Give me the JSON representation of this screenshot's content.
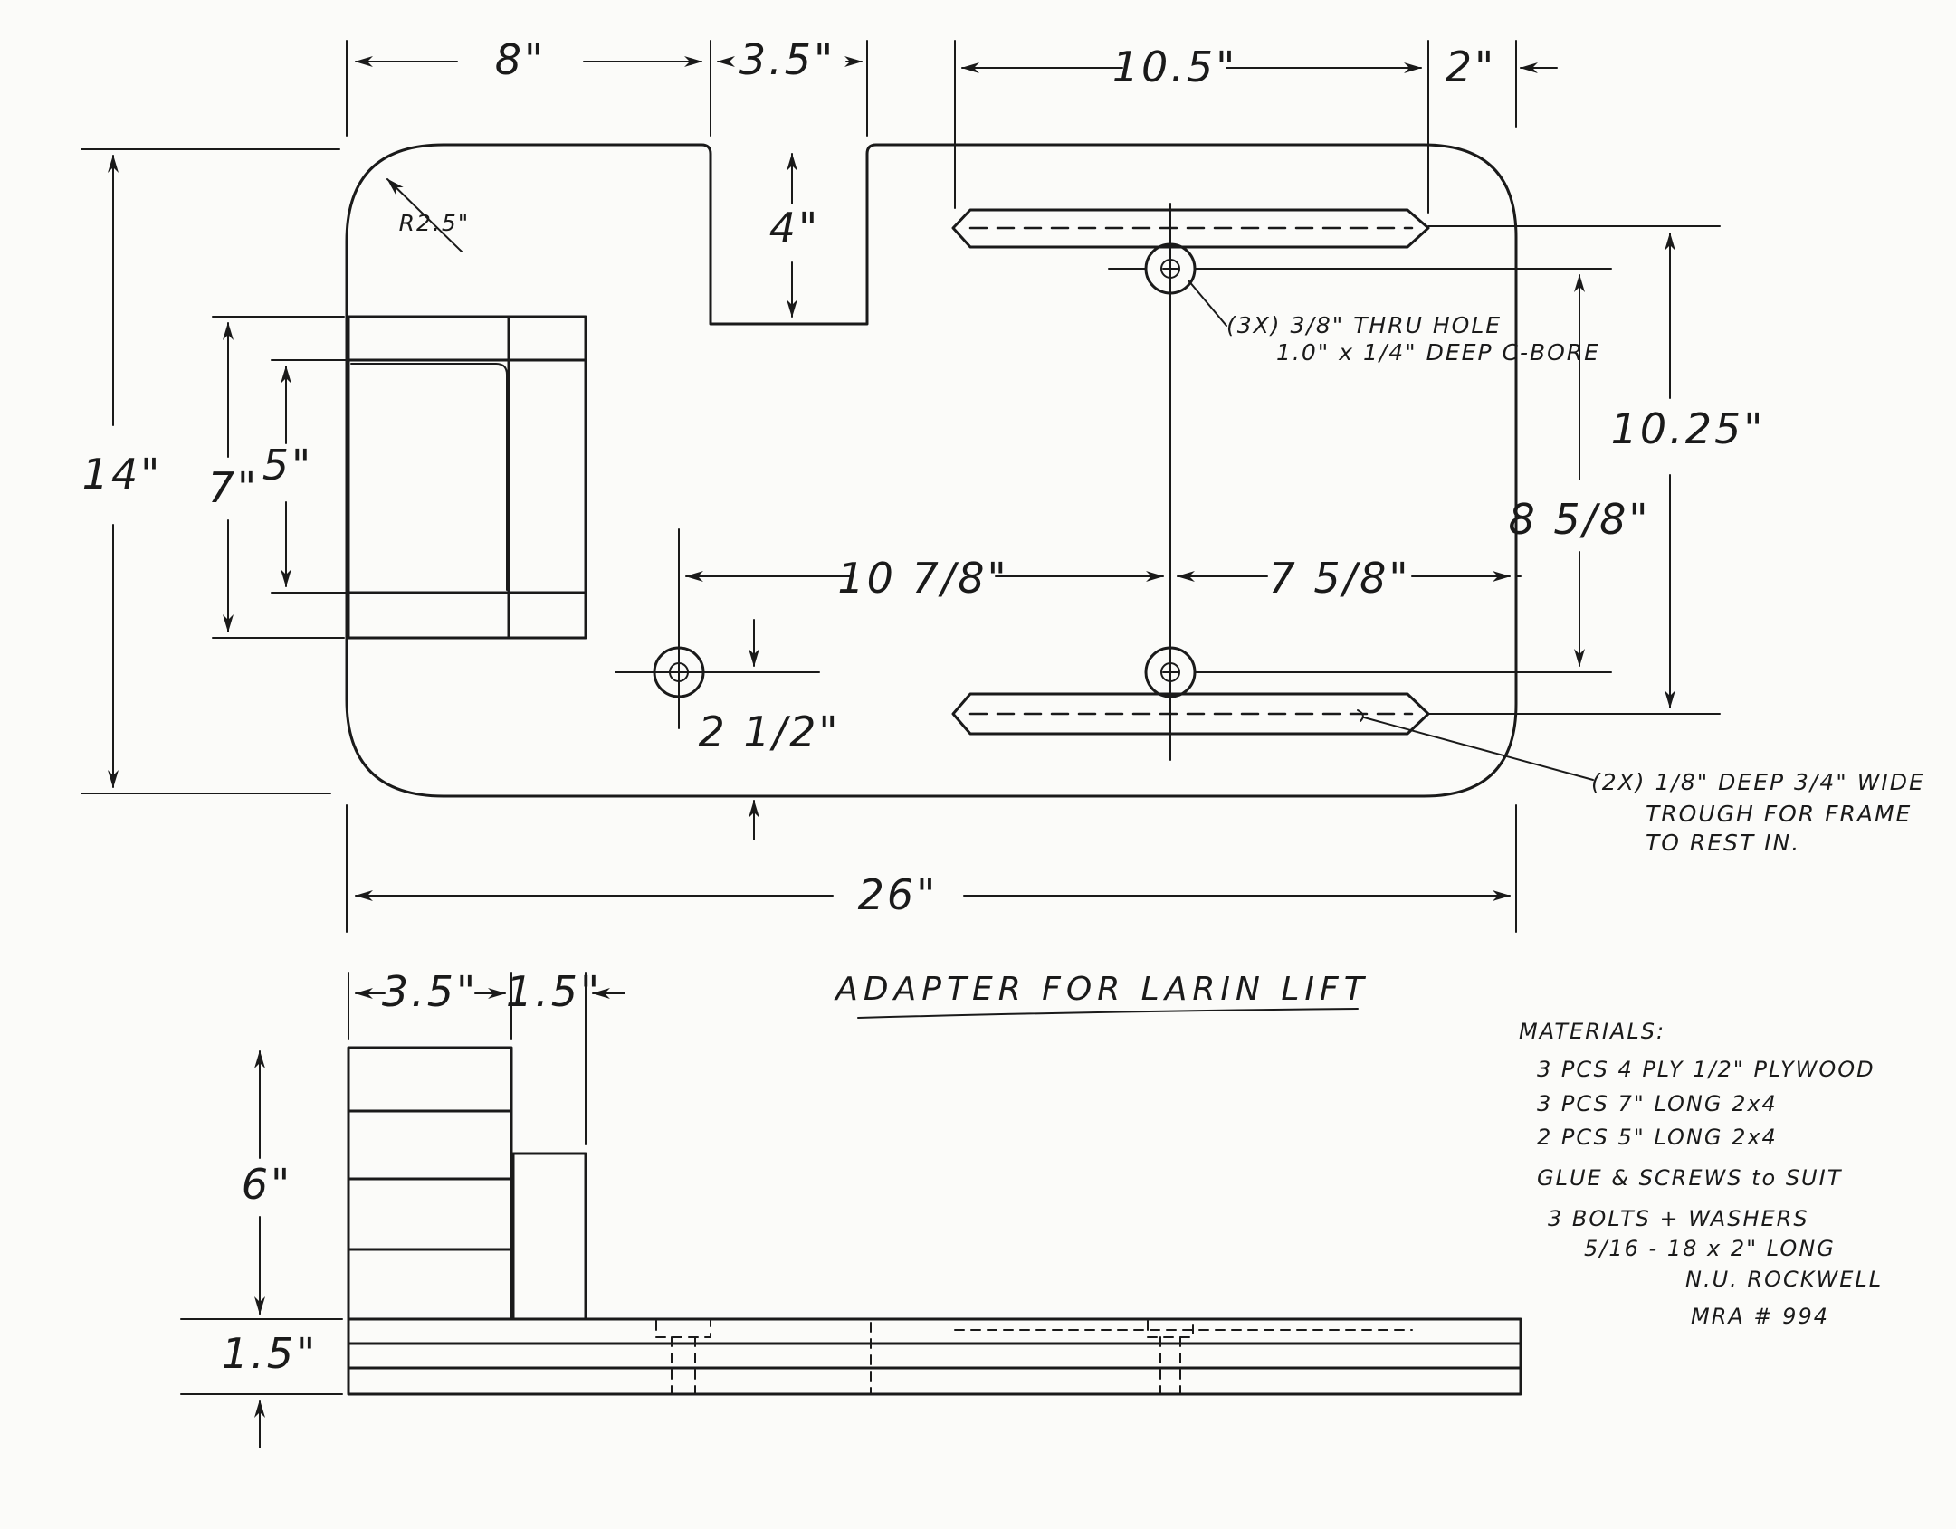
{
  "title": "ADAPTER FOR LARIN LIFT",
  "dimensions": {
    "top_left_width": "8\"",
    "slot_width": "3.5\"",
    "trough_length": "10.5\"",
    "trough_end_offset": "2\"",
    "slot_depth": "4\"",
    "corner_radius": "R2.5\"",
    "overall_height": "14\"",
    "block_height": "7\"",
    "block_inner_height": "5\"",
    "trough_spacing": "10.25\"",
    "hole_spacing_vertical": "8 5/8\"",
    "hole_spacing_horizontal_left": "10 7/8\"",
    "hole_spacing_horizontal_right": "7 5/8\"",
    "hole_offset_bottom": "2 1/2\"",
    "overall_width": "26\"",
    "side_block_width": "3.5\"",
    "side_step_width": "1.5\"",
    "side_block_height": "6\"",
    "base_thickness": "1.5\""
  },
  "notes": {
    "hole_note_line1": "(3X) 3/8\" THRU HOLE",
    "hole_note_line2": "1.0\" x 1/4\" DEEP C-BORE",
    "trough_note_line1": "(2X) 1/8\" DEEP 3/4\" WIDE",
    "trough_note_line2": "TROUGH FOR FRAME",
    "trough_note_line3": "TO REST IN."
  },
  "materials": {
    "heading": "MATERIALS:",
    "items": [
      "3 PCS 4 PLY 1/2\" PLYWOOD",
      "3 PCS 7\" LONG 2x4",
      "2 PCS 5\" LONG 2x4",
      "GLUE & SCREWS to SUIT",
      "3 BOLTS + WASHERS",
      "5/16 - 18 x 2\" LONG"
    ],
    "author": "N.U. ROCKWELL",
    "member": "MRA # 994"
  }
}
